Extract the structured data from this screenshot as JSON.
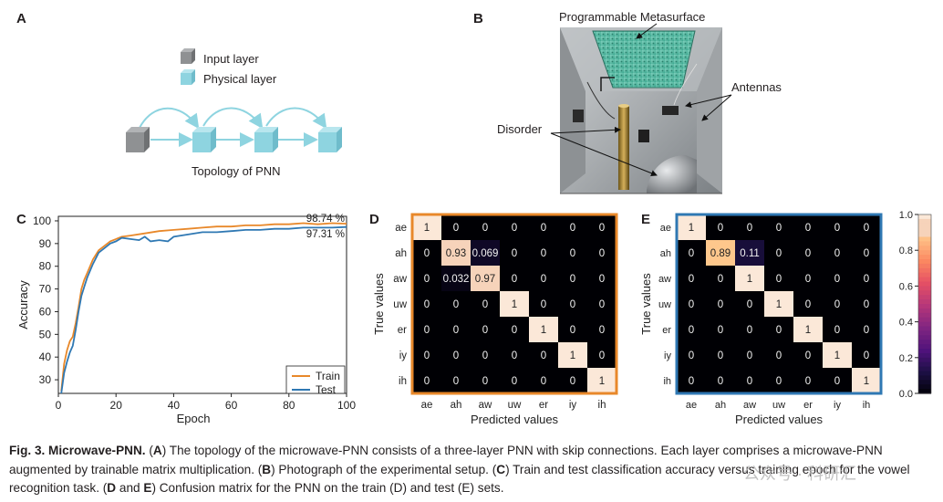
{
  "panels": {
    "A": {
      "letter": "A",
      "legend": [
        {
          "label": "Input layer",
          "color": "#8f9193"
        },
        {
          "label": "Physical layer",
          "color": "#8ed4e0"
        }
      ],
      "title": "Topology of PNN"
    },
    "B": {
      "letter": "B",
      "labels": {
        "metasurface": "Programmable Metasurface",
        "antennas": "Antennas",
        "disorder": "Disorder"
      }
    },
    "C": {
      "letter": "C"
    },
    "D": {
      "letter": "D"
    },
    "E": {
      "letter": "E"
    }
  },
  "chart_data": [
    {
      "type": "line",
      "panel": "C",
      "xlabel": "Epoch",
      "ylabel": "Accuracy",
      "xlim": [
        0,
        100
      ],
      "ylim": [
        24,
        102
      ],
      "xticks": [
        0,
        20,
        40,
        60,
        80,
        100
      ],
      "yticks": [
        30,
        40,
        50,
        60,
        70,
        80,
        90,
        100
      ],
      "legend_position": "bottom-right",
      "annotations": [
        "98.74 %",
        "97.31 %"
      ],
      "series": [
        {
          "name": "Train",
          "color": "#e8882a",
          "x": [
            1,
            2,
            3,
            4,
            5,
            6,
            7,
            8,
            9,
            10,
            12,
            14,
            16,
            18,
            20,
            22,
            25,
            30,
            35,
            40,
            45,
            50,
            55,
            60,
            65,
            70,
            75,
            80,
            85,
            90,
            95,
            100
          ],
          "y": [
            25,
            37,
            43,
            47,
            49,
            55,
            62,
            70,
            74,
            77,
            83,
            87,
            89,
            91,
            92,
            93,
            93.5,
            94.5,
            95.5,
            96,
            96.5,
            97,
            97.5,
            97.5,
            98,
            98,
            98.5,
            98.5,
            99,
            98.5,
            99,
            98.74
          ]
        },
        {
          "name": "Test",
          "color": "#2f78b3",
          "x": [
            1,
            2,
            3,
            4,
            5,
            6,
            7,
            8,
            9,
            10,
            12,
            14,
            16,
            18,
            20,
            22,
            25,
            28,
            30,
            32,
            35,
            38,
            40,
            45,
            50,
            55,
            60,
            65,
            70,
            75,
            80,
            85,
            90,
            95,
            100
          ],
          "y": [
            24,
            33,
            38,
            42,
            45,
            52,
            60,
            67,
            71,
            75,
            81,
            86,
            88,
            90,
            91,
            92.5,
            92,
            91.5,
            93,
            91,
            91.5,
            91,
            93,
            94,
            95,
            95,
            95.5,
            96,
            96,
            96.5,
            96.5,
            97,
            97,
            97,
            97.31
          ]
        }
      ]
    },
    {
      "type": "heatmap",
      "panel": "D",
      "title": "",
      "xlabel": "Predicted values",
      "ylabel": "True values",
      "labels": [
        "ae",
        "ah",
        "aw",
        "uw",
        "er",
        "iy",
        "ih"
      ],
      "cells": [
        [
          "1",
          "0",
          "0",
          "0",
          "0",
          "0",
          "0"
        ],
        [
          "0",
          "0.93",
          "0.069",
          "0",
          "0",
          "0",
          "0"
        ],
        [
          "0",
          "0.032",
          "0.97",
          "0",
          "0",
          "0",
          "0"
        ],
        [
          "0",
          "0",
          "0",
          "1",
          "0",
          "0",
          "0"
        ],
        [
          "0",
          "0",
          "0",
          "0",
          "1",
          "0",
          "0"
        ],
        [
          "0",
          "0",
          "0",
          "0",
          "0",
          "1",
          "0"
        ],
        [
          "0",
          "0",
          "0",
          "0",
          "0",
          "0",
          "1"
        ]
      ],
      "border_color": "#e8882a"
    },
    {
      "type": "heatmap",
      "panel": "E",
      "title": "",
      "xlabel": "Predicted values",
      "ylabel": "True values",
      "labels": [
        "ae",
        "ah",
        "aw",
        "uw",
        "er",
        "iy",
        "ih"
      ],
      "cells": [
        [
          "1",
          "0",
          "0",
          "0",
          "0",
          "0",
          "0"
        ],
        [
          "0",
          "0.89",
          "0.11",
          "0",
          "0",
          "0",
          "0"
        ],
        [
          "0",
          "0",
          "1",
          "0",
          "0",
          "0",
          "0"
        ],
        [
          "0",
          "0",
          "0",
          "1",
          "0",
          "0",
          "0"
        ],
        [
          "0",
          "0",
          "0",
          "0",
          "1",
          "0",
          "0"
        ],
        [
          "0",
          "0",
          "0",
          "0",
          "0",
          "1",
          "0"
        ],
        [
          "0",
          "0",
          "0",
          "0",
          "0",
          "0",
          "1"
        ]
      ],
      "border_color": "#2f78b3",
      "colorbar": {
        "min": 0.0,
        "max": 1.0,
        "ticks": [
          "0.0",
          "0.2",
          "0.4",
          "0.6",
          "0.8",
          "1.0"
        ]
      }
    }
  ],
  "caption": {
    "fig_label": "Fig. 3. Microwave-PNN.",
    "part1": " (",
    "A": "A",
    "part2": ") The topology of the microwave-PNN consists of a three-layer PNN with skip connections. Each layer comprises a microwave-PNN augmented by trainable matrix multiplication. (",
    "B": "B",
    "part3": ") Photograph of the experimental setup. (",
    "C": "C",
    "part4": ") Train and test classification accuracy versus training epoch for the vowel recognition task. (",
    "D": "D",
    "part5": " and ",
    "E": "E",
    "part6": ") Confusion matrix for the PNN on the train (D) and test (E) sets."
  },
  "watermark": "公众号 · 科研汇"
}
